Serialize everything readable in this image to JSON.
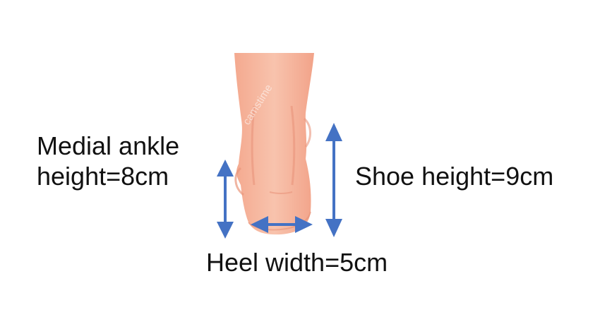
{
  "labels": {
    "medial_ankle_line1": "Medial ankle",
    "medial_ankle_line2": "height=8cm",
    "shoe_height": "Shoe height=9cm",
    "heel_width": "Heel width=5cm"
  },
  "watermark": "camstime",
  "colors": {
    "arrow": "#4472c4",
    "skin": "#f7b9a0",
    "skin_shadow": "#e9957b",
    "text": "#111111",
    "background": "#ffffff"
  },
  "icons": {
    "foot": "heel-foot-illustration",
    "arrow_medial": "vertical-double-arrow",
    "arrow_shoe": "vertical-double-arrow",
    "arrow_heel": "horizontal-double-arrow"
  }
}
